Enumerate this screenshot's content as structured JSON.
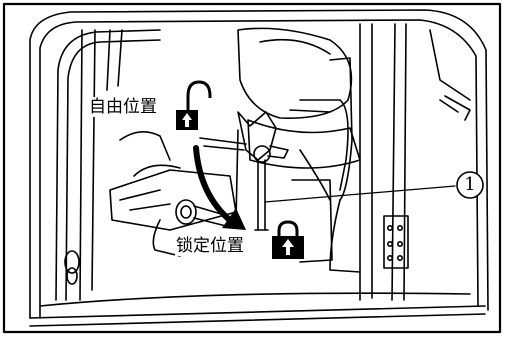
{
  "labels": {
    "free_position": "自由位置",
    "lock_position": "锁定位置",
    "callout_number": "1"
  },
  "icons": [
    "padlock-open-icon",
    "padlock-closed-icon",
    "bent-arrow-icon"
  ],
  "colors": {
    "line": "#000000",
    "background": "#ffffff"
  }
}
